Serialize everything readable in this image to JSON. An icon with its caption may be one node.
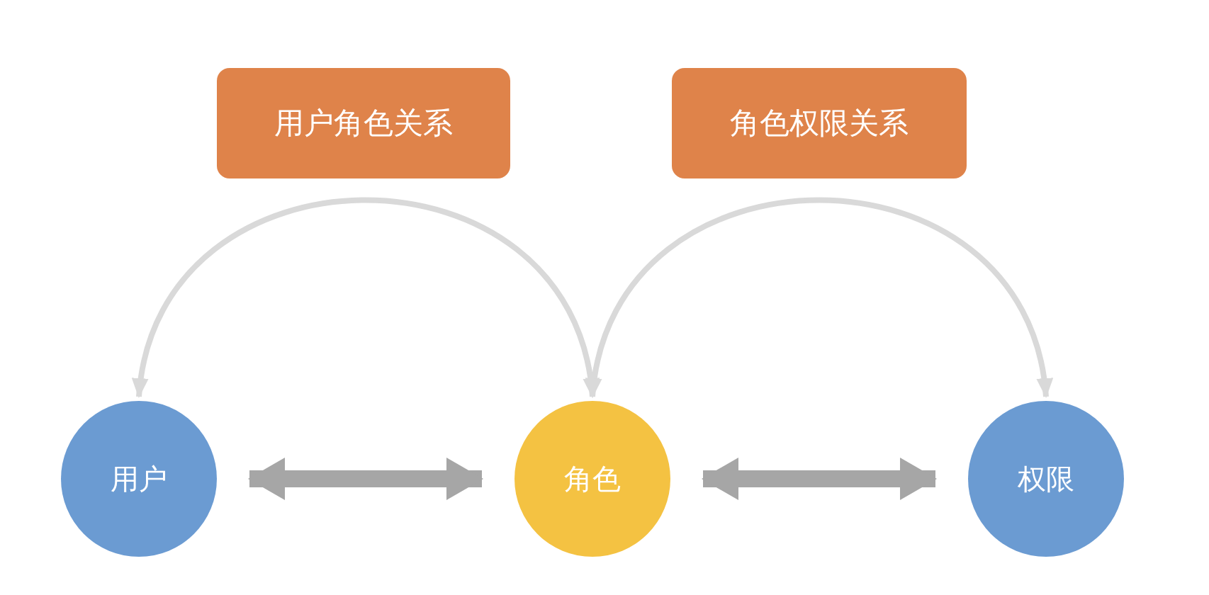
{
  "diagram": {
    "nodes": [
      {
        "text": [
          "用户角色关系"
        ]
      },
      {
        "text": [
          "角色权限关系"
        ]
      },
      {
        "text": [
          "用户"
        ]
      },
      {
        "text": [
          "角色"
        ]
      },
      {
        "text": [
          "权限"
        ]
      }
    ],
    "edges": [
      {
        "from": 2,
        "to": 3,
        "arrow": "both"
      },
      {
        "from": 3,
        "to": 4,
        "arrow": "both"
      },
      {
        "from": 2,
        "to": 3,
        "arrow": "both",
        "style": "thick",
        "color": "#a6a6a6"
      },
      {
        "from": 3,
        "to": 4,
        "arrow": "both",
        "style": "thick",
        "color": "#a6a6a6"
      }
    ]
  }
}
